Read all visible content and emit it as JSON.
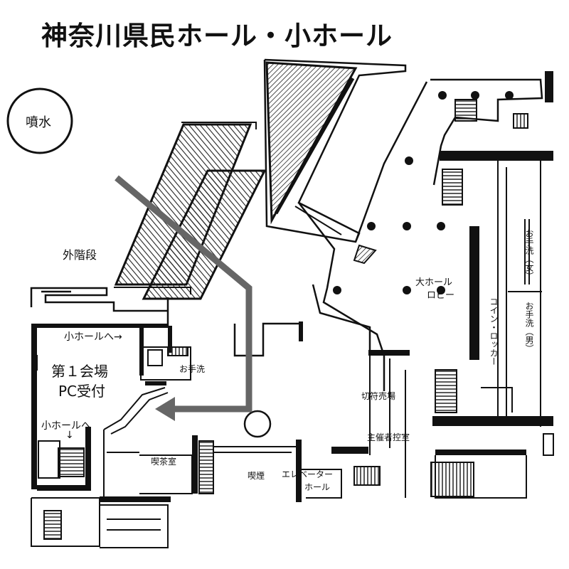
{
  "title": "神奈川県民ホール・小ホール",
  "labels": {
    "fountain": "噴水",
    "outer_stairs": "外階段",
    "to_small_hall_1": "小ホールへ→",
    "restroom_small": "お手洗",
    "venue1_line1": "第１会場",
    "venue1_line2": "PC受付",
    "to_small_hall_2_line1": "小ホールへ",
    "to_small_hall_2_line2": "↓",
    "cafe": "喫茶室",
    "smoking": "喫煙",
    "elevator_line1": "エレベーター",
    "elevator_line2": "ホール",
    "ticket_office": "切符売場",
    "organizer_room": "主催者控室",
    "main_lobby_line1": "大ホール",
    "main_lobby_line2": "ロビー",
    "coin_locker": "コイン・ロッカー",
    "restroom_women": "お手洗（女）",
    "restroom_men": "お手洗（男）"
  },
  "colors": {
    "route_arrow": "#666666",
    "walls": "#111111",
    "hatch": "#222222"
  }
}
